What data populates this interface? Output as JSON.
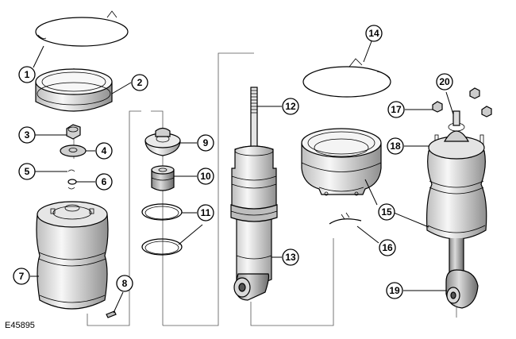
{
  "figure_id": "E45895",
  "callouts": [
    {
      "num": "1"
    },
    {
      "num": "2"
    },
    {
      "num": "3"
    },
    {
      "num": "4"
    },
    {
      "num": "5"
    },
    {
      "num": "6"
    },
    {
      "num": "7"
    },
    {
      "num": "8"
    },
    {
      "num": "9"
    },
    {
      "num": "10"
    },
    {
      "num": "11"
    },
    {
      "num": "12"
    },
    {
      "num": "13"
    },
    {
      "num": "14"
    },
    {
      "num": "15"
    },
    {
      "num": "16"
    },
    {
      "num": "17"
    },
    {
      "num": "18"
    },
    {
      "num": "19"
    },
    {
      "num": "20"
    }
  ],
  "colors": {
    "line": "#000000",
    "fill_light": "#f2f2f2",
    "fill_mid": "#d9d9d9",
    "fill_dark": "#9a9a9a"
  }
}
